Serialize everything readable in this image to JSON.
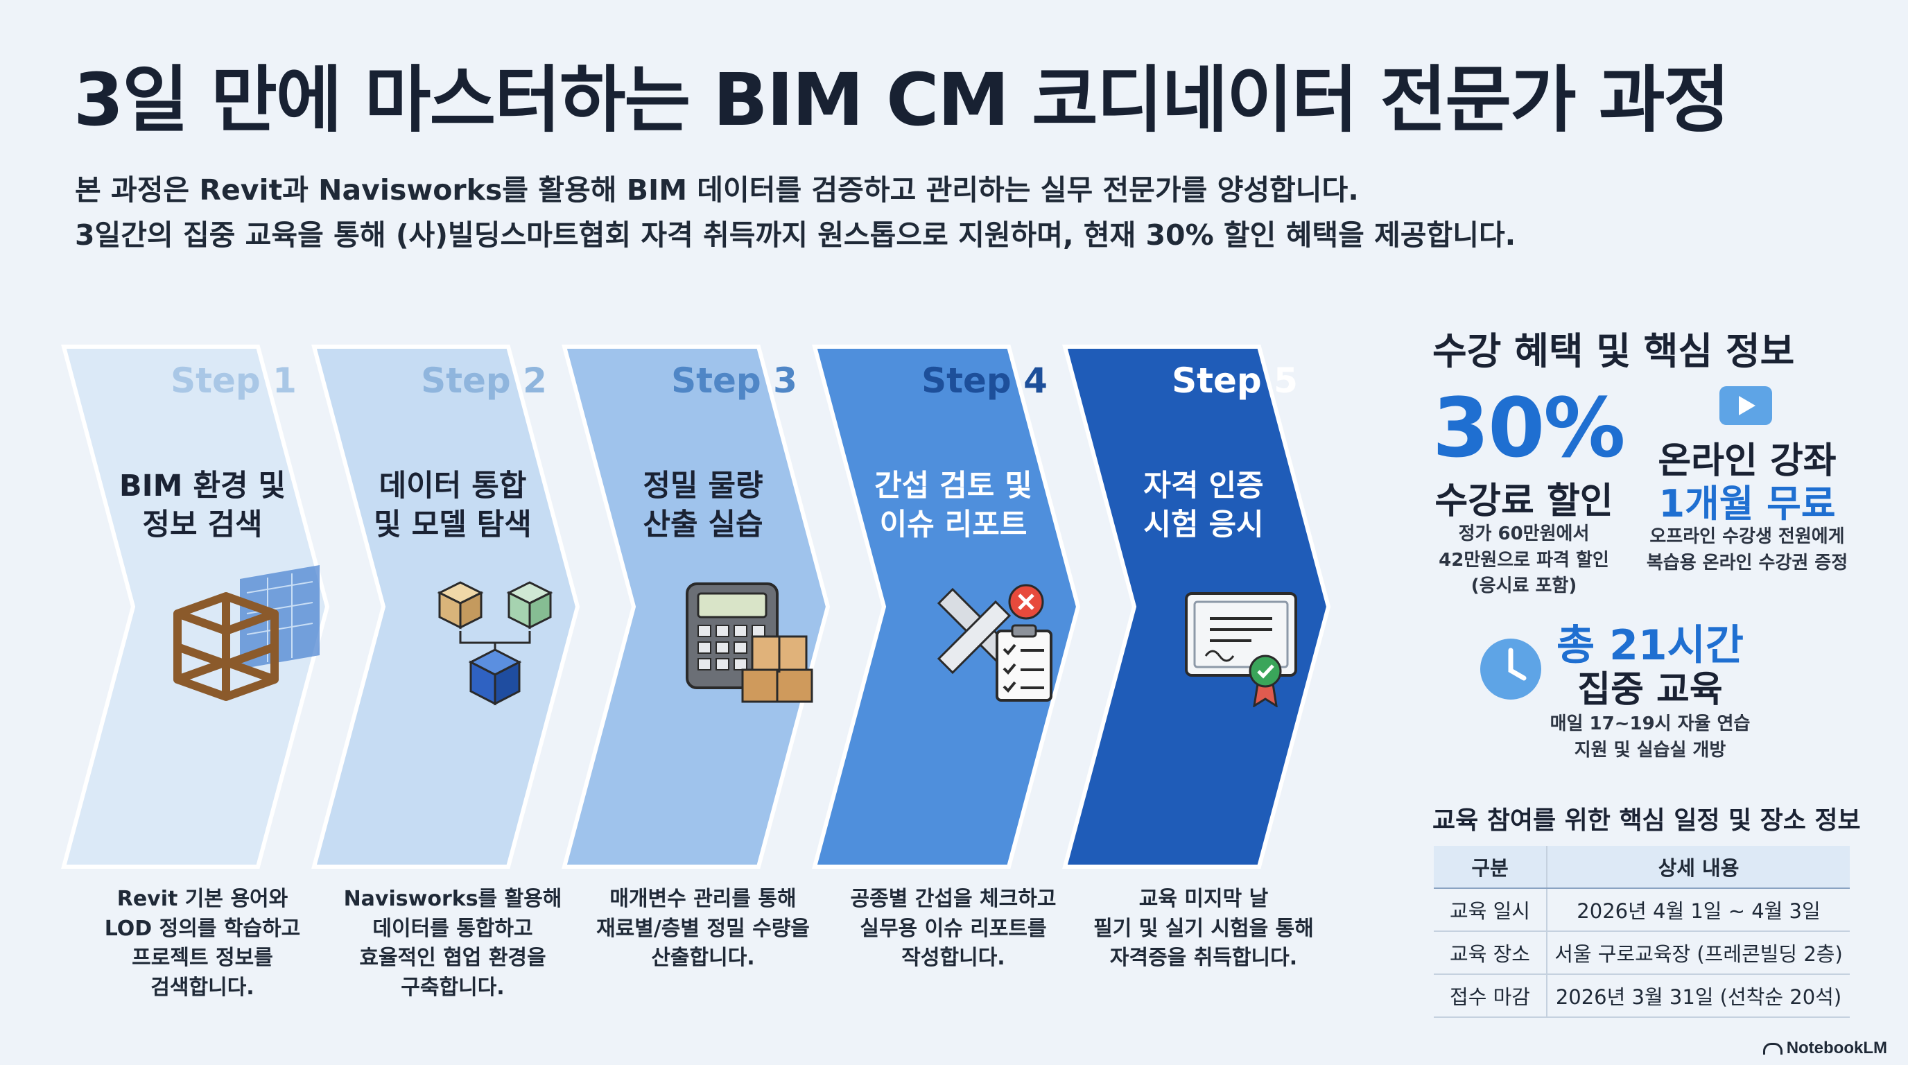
{
  "title": "3일 만에 마스터하는 BIM CM 코디네이터 전문가 과정",
  "intro": [
    "본 과정은 Revit과 Navisworks를 활용해 BIM 데이터를 검증하고 관리하는 실무 전문가를 양성합니다.",
    "3일간의 집중 교육을 통해 (사)빌딩스마트협회 자격 취득까지 원스톱으로 지원하며, 현재 30% 할인 혜택을 제공합니다."
  ],
  "steps": [
    {
      "label": "Step 1",
      "title1": "BIM 환경 및",
      "title2": "정보 검색",
      "icon": "building-frame-blueprint-icon",
      "desc": [
        "Revit 기본 용어와",
        "LOD 정의를 학습하고",
        "프로젝트 정보를",
        "검색합니다."
      ],
      "fill": "#dbe9f7",
      "labelColor": "#a9c7e6",
      "textColor": "#1a2233"
    },
    {
      "label": "Step 2",
      "title1": "데이터 통합",
      "title2": "및 모델 탐색",
      "icon": "cube-merge-icon",
      "desc": [
        "Navisworks를 활용해",
        "데이터를 통합하고",
        "효율적인 협업 환경을",
        "구축합니다."
      ],
      "fill": "#c6dcf3",
      "labelColor": "#8fb5dd",
      "textColor": "#1a2233"
    },
    {
      "label": "Step 3",
      "title1": "정밀 물량",
      "title2": "산출 실습",
      "icon": "calculator-boxes-icon",
      "desc": [
        "매개변수 관리를 통해",
        "재료별/층별 정밀 수량을",
        "산출합니다."
      ],
      "fill": "#9fc3ec",
      "labelColor": "#4f86c6",
      "textColor": "#1a2233"
    },
    {
      "label": "Step 4",
      "title1": "간섭 검토 및",
      "title2": "이슈 리포트",
      "icon": "clash-checklist-icon",
      "desc": [
        "공종별 간섭을 체크하고",
        "실무용 이슈 리포트를",
        "작성합니다."
      ],
      "fill": "#4f8fdc",
      "labelColor": "#1d4f9a",
      "textColor": "#ffffff"
    },
    {
      "label": "Step 5",
      "title1": "자격 인증",
      "title2": "시험 응시",
      "icon": "certificate-icon",
      "desc": [
        "교육 미지막 날",
        "필기 및 실기 시험을 통해",
        "자격증을 취득합니다."
      ],
      "fill": "#1f5cb8",
      "labelColor": "#ffffff",
      "textColor": "#ffffff"
    }
  ],
  "benefits": {
    "heading": "수강 혜택 및 핵심 정보",
    "discount_pct": "30%",
    "discount_title": "수강료 할인",
    "discount_desc": [
      "정가 60만원에서",
      "42만원으로 파격 할인",
      "(응시료 포함)"
    ],
    "online_title": "온라인 강좌",
    "online_free": "1개월 무료",
    "online_desc": [
      "오프라인 수강생 전원에게",
      "복습용 온라인 수강권 증정"
    ],
    "hours_title": "총 21시간",
    "hours_sub": "집중 교육",
    "hours_desc": [
      "매일 17~19시 자율 연습",
      "지원 및 실습실 개방"
    ]
  },
  "schedule": {
    "title": "교육 참여를 위한 핵심 일정 및 장소 정보",
    "headers": [
      "구분",
      "상세 내용"
    ],
    "rows": [
      [
        "교육 일시",
        "2026년 4월 1일 ~ 4월 3일"
      ],
      [
        "교육 장소",
        "서울 구로교육장 (프레콘빌딩 2층)"
      ],
      [
        "접수 마감",
        "2026년 3월 31일 (선착순 20석)"
      ]
    ]
  },
  "brand": "NotebookLM",
  "colors": {
    "accent": "#1f6fd1",
    "title": "#182132",
    "background": "#eef3f9"
  }
}
